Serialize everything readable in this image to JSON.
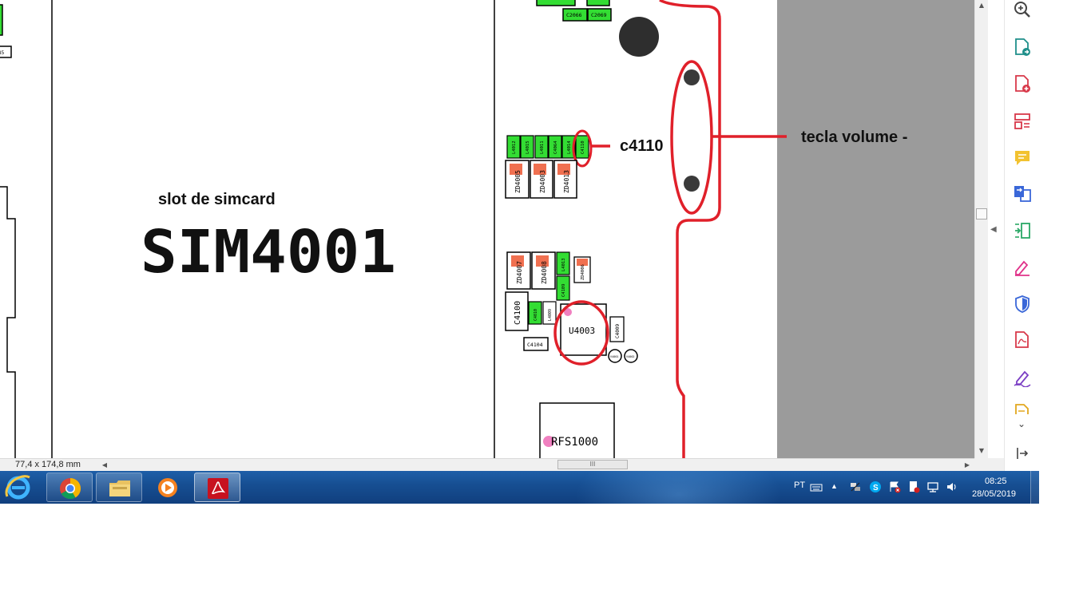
{
  "document": {
    "labels": {
      "slot_title": "slot de simcard",
      "sim_ref": "SIM4001",
      "c4110": "c4110",
      "tecla": "tecla volume -",
      "u4003": "U4003",
      "rfs": "RFS1000",
      "c4100": "C4100",
      "c4104": "C4104",
      "c4009": "C4009",
      "c2066": "C2066",
      "c2069": "C2069",
      "partial_left": "85"
    },
    "green_row": [
      "L4012",
      "L4015",
      "L4011",
      "C4064",
      "L4014",
      "C4110"
    ],
    "zd_row": [
      "ZD4005",
      "ZD4003",
      "ZD4013"
    ],
    "zd_row2": [
      "ZD4007",
      "ZD4008"
    ],
    "small_vert": [
      "L4013",
      "C4109"
    ],
    "small_mid": [
      "C4010",
      "L4009"
    ],
    "zd_small": "ZD4006",
    "circle_labels": [
      "V4001",
      "V4002"
    ]
  },
  "statusbar": {
    "page_size": "77,4 x 174,8 mm",
    "hscroll_thumb": "III"
  },
  "tools": [
    {
      "name": "zoom-icon"
    },
    {
      "name": "create-pdf-icon"
    },
    {
      "name": "add-pdf-icon"
    },
    {
      "name": "organize-pages-icon"
    },
    {
      "name": "comment-icon"
    },
    {
      "name": "export-pdf-icon"
    },
    {
      "name": "edit-pdf-icon"
    },
    {
      "name": "fill-sign-icon"
    },
    {
      "name": "protect-icon"
    },
    {
      "name": "pdf-export-icon"
    },
    {
      "name": "sign-icon"
    },
    {
      "name": "send-track-icon"
    }
  ],
  "taskbar": {
    "apps": [
      {
        "name": "internet-explorer"
      },
      {
        "name": "chrome"
      },
      {
        "name": "file-explorer"
      },
      {
        "name": "media-player"
      },
      {
        "name": "acrobat-reader"
      }
    ],
    "language": "PT",
    "time": "08:25",
    "date": "28/05/2019"
  },
  "colors": {
    "trace_red": "#e0202a",
    "green_component": "#33dd33",
    "pad_orange": "#f07050",
    "gray_area": "#9b9b9b",
    "pink_dot": "#f080c0",
    "taskbar_blue": "#1a56a0"
  }
}
